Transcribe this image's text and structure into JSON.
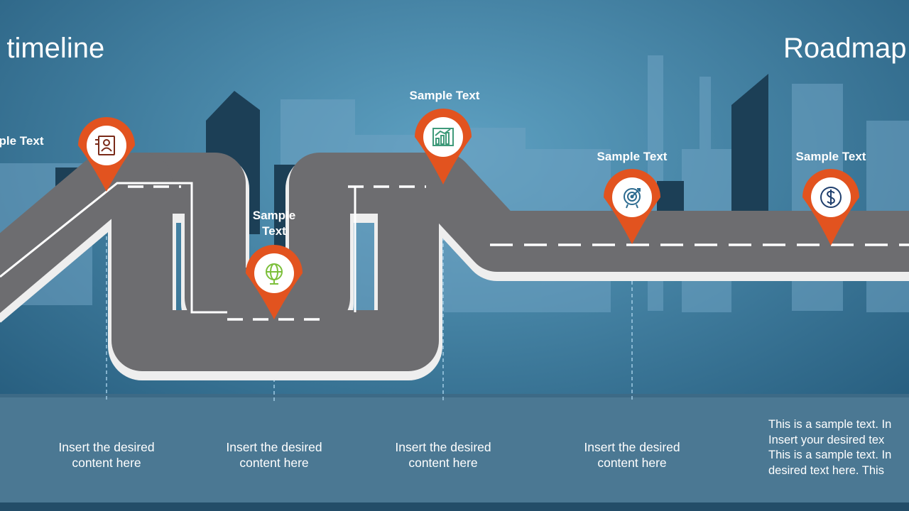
{
  "slide": {
    "title_left": "p timeline",
    "title_right": "Roadmap",
    "colors": {
      "background": "#2b6586",
      "road": "#6d6d70",
      "pin": "#e2531f",
      "panel": "#4b7893"
    }
  },
  "milestones": [
    {
      "label": "ple Text",
      "icon": "resume-icon",
      "description": "Insert the desired\ncontent here"
    },
    {
      "label": "Sample\nText",
      "icon": "globe-icon",
      "description": "Insert the desired\ncontent here"
    },
    {
      "label": "Sample Text",
      "icon": "growth-chart-icon",
      "description": "Insert the desired\ncontent here"
    },
    {
      "label": "Sample Text",
      "icon": "target-icon",
      "description": "Insert the desired\ncontent here"
    },
    {
      "label": "Sample Text",
      "icon": "dollar-icon"
    }
  ],
  "side_text": "This is a sample text. In\nInsert your desired tex\nThis is a sample text. In\ndesired text here. This"
}
